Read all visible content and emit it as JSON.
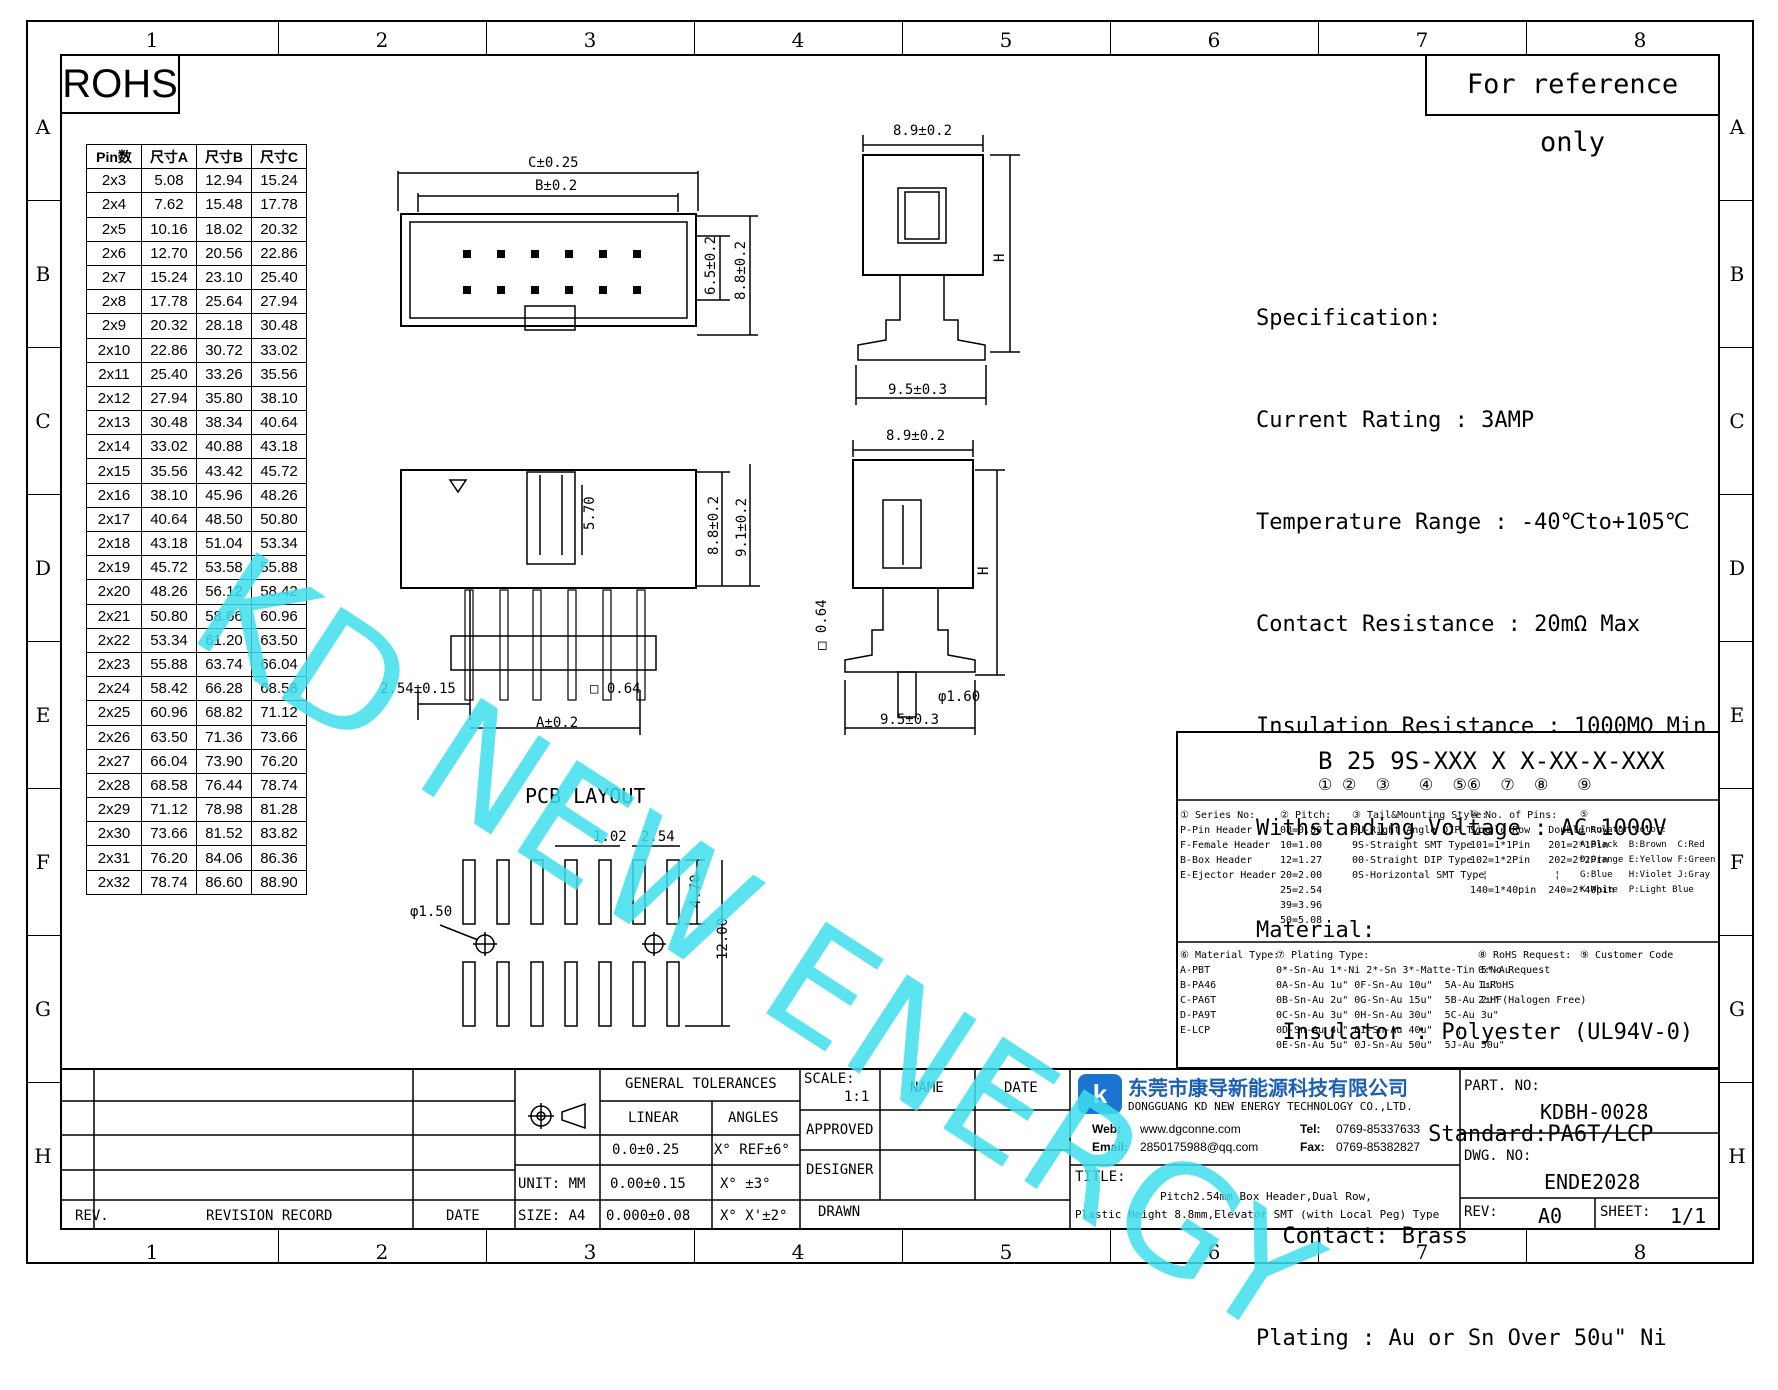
{
  "zone_numbers": [
    "1",
    "2",
    "3",
    "4",
    "5",
    "6",
    "7",
    "8"
  ],
  "zone_letters": [
    "A",
    "B",
    "C",
    "D",
    "E",
    "F",
    "G",
    "H"
  ],
  "header": {
    "rohs": "ROHS",
    "reference": "For reference only"
  },
  "dim_table": {
    "headers": [
      "Pin数",
      "尺寸A",
      "尺寸B",
      "尺寸C"
    ],
    "rows": [
      [
        "2x3",
        "5.08",
        "12.94",
        "15.24"
      ],
      [
        "2x4",
        "7.62",
        "15.48",
        "17.78"
      ],
      [
        "2x5",
        "10.16",
        "18.02",
        "20.32"
      ],
      [
        "2x6",
        "12.70",
        "20.56",
        "22.86"
      ],
      [
        "2x7",
        "15.24",
        "23.10",
        "25.40"
      ],
      [
        "2x8",
        "17.78",
        "25.64",
        "27.94"
      ],
      [
        "2x9",
        "20.32",
        "28.18",
        "30.48"
      ],
      [
        "2x10",
        "22.86",
        "30.72",
        "33.02"
      ],
      [
        "2x11",
        "25.40",
        "33.26",
        "35.56"
      ],
      [
        "2x12",
        "27.94",
        "35.80",
        "38.10"
      ],
      [
        "2x13",
        "30.48",
        "38.34",
        "40.64"
      ],
      [
        "2x14",
        "33.02",
        "40.88",
        "43.18"
      ],
      [
        "2x15",
        "35.56",
        "43.42",
        "45.72"
      ],
      [
        "2x16",
        "38.10",
        "45.96",
        "48.26"
      ],
      [
        "2x17",
        "40.64",
        "48.50",
        "50.80"
      ],
      [
        "2x18",
        "43.18",
        "51.04",
        "53.34"
      ],
      [
        "2x19",
        "45.72",
        "53.58",
        "55.88"
      ],
      [
        "2x20",
        "48.26",
        "56.12",
        "58.42"
      ],
      [
        "2x21",
        "50.80",
        "58.66",
        "60.96"
      ],
      [
        "2x22",
        "53.34",
        "61.20",
        "63.50"
      ],
      [
        "2x23",
        "55.88",
        "63.74",
        "66.04"
      ],
      [
        "2x24",
        "58.42",
        "66.28",
        "68.58"
      ],
      [
        "2x25",
        "60.96",
        "68.82",
        "71.12"
      ],
      [
        "2x26",
        "63.50",
        "71.36",
        "73.66"
      ],
      [
        "2x27",
        "66.04",
        "73.90",
        "76.20"
      ],
      [
        "2x28",
        "68.58",
        "76.44",
        "78.74"
      ],
      [
        "2x29",
        "71.12",
        "78.98",
        "81.28"
      ],
      [
        "2x30",
        "73.66",
        "81.52",
        "83.82"
      ],
      [
        "2x31",
        "76.20",
        "84.06",
        "86.36"
      ],
      [
        "2x32",
        "78.74",
        "86.60",
        "88.90"
      ]
    ]
  },
  "dims": {
    "c": "C±0.25",
    "b": "B±0.2",
    "d65": "6.5±0.2",
    "d88": "8.8±0.2",
    "side_w": "8.9±0.2",
    "side_b": "9.5±0.3",
    "h_top": "H",
    "d570": "5.70",
    "d88b": "8.8±0.2",
    "d91": "9.1±0.2",
    "pitch": "2.54±0.15",
    "sq": "□ 0.64",
    "a": "A±0.2",
    "side2_w": "8.9±0.2",
    "sq2": "□ 0.64",
    "phi": "φ1.60",
    "side2_b": "9.5±0.3",
    "h2": "H"
  },
  "pcb": {
    "title": "PCB LAYOUT",
    "d102": "1.02",
    "d254": "2.54",
    "d470": "4.70",
    "d1200": "12.00",
    "phi": "φ1.50"
  },
  "spec_lines": [
    "Specification:",
    "Current Rating : 3AMP",
    "Temperature Range : -40℃to+105℃",
    "Contact Resistance : 20mΩ Max",
    "Insulation Resistance : 1000MΩ Min",
    "Withstanding Voltage : AC 1000V",
    "Material:",
    "  Insulator : Polyester (UL94V-0)",
    "             Standard:PA6T/LCP",
    "  Contact: Brass",
    "Plating : Au or Sn Over 50u\" Ni"
  ],
  "watermark": "KD NEW ENERGY",
  "part_code": {
    "code": "B 25 9S-XXX X X-XX-X-XXX",
    "markers": "① ②  ③   ④  ⑤⑥  ⑦  ⑧   ⑨",
    "sec1": "① Series No:\nP-Pin Header\nF-Female Header\nB-Box Header\nE-Ejector Header",
    "sec2": "② Pitch:\n08=0.80\n10=1.00\n12=1.27\n20=2.00\n25=2.54\n39=3.96\n50=5.08",
    "sec3": "③ Tail&Mounting Style:\n9U-Right Angle DIP Type\n9S-Straight SMT Type\n00-Straight DIP Type\n0S-Horizontal SMT Type",
    "sec4": "④ No. of Pins:\nSingle Row   Double Row\n101=1*1Pin   201=2*1Pin\n102=1*2Pin   202=2*2Pin\n  ¦           ¦\n140=1*40pin  240=2*40pin",
    "sec5": "⑤\nInsulator Color:\nA:Black  B:Brown  C:Red\nD:Orange E:Yellow F:Green\nG:Blue   H:Violet J:Gray\nK:White  P:Light Blue",
    "sec6": "⑥ Material Type:\nA-PBT\nB-PA46\nC-PA6T\nD-PA9T\nE-LCP",
    "sec7": "⑦ Plating Type:\n0*-Sn-Au 1*-Ni 2*-Sn 3*-Matte-Tin 5*-Au\n0A-Sn-Au 1u\" 0F-Sn-Au 10u\"  5A-Au 1u\"\n0B-Sn-Au 2u\" 0G-Sn-Au 15u\"  5B-Au 2u\"\n0C-Sn-Au 3u\" 0H-Sn-Au 30u\"  5C-Au 3u\"\n0D-Sn-Au 4u\" 0I-Sn-Au 40u\"    ¦\n0E-Sn-Au 5u\" 0J-Sn-Au 50u\"  5J-Au 50u\"",
    "sec8": "⑧ RoHS Request:\n0:No Request\n1:RoHS\n2:HF(Halogen Free)",
    "sec9": "⑨ Customer Code"
  },
  "title_block": {
    "rev": "REV.",
    "revision_record": "REVISION RECORD",
    "date": "DATE",
    "general_tolerances": "GENERAL TOLERANCES",
    "linear": "LINEAR",
    "angles": "ANGLES",
    "lin1": "0.0±0.25",
    "lin2": "0.00±0.15",
    "lin3": "0.000±0.08",
    "ang1": "X° REF±6°",
    "ang2": "X° ±3°",
    "ang3": "X° X'±2°",
    "unit": "UNIT: MM",
    "size": "SIZE: A4",
    "scale_lbl": "SCALE:",
    "scale": "1:1",
    "name": "NAME",
    "date2": "DATE",
    "approved": "APPROVED",
    "designer": "DESIGNER",
    "drawn": "DRAWN",
    "company_cn": "东莞市康导新能源科技有限公司",
    "company_en": "DONGGUANG KD NEW ENERGY TECHNOLOGY CO.,LTD.",
    "web_lbl": "Web:",
    "web": "www.dgconne.com",
    "tel_lbl": "Tel:",
    "tel": "0769-85337633",
    "email_lbl": "Email:",
    "email": "2850175988@qq.com",
    "fax_lbl": "Fax:",
    "fax": "0769-85382827",
    "title_lbl": "TITLE:",
    "title1": "Pitch2.54mm Box Header,Dual Row,",
    "title2": "Plastic Height 8.8mm,Elevator SMT (with Local Peg) Type",
    "partno_lbl": "PART. NO:",
    "partno": "KDBH-0028",
    "dwgno_lbl": "DWG. NO:",
    "dwgno": "ENDE2028",
    "rev_lbl": "REV:",
    "rev_val": "A0",
    "sheet_lbl": "SHEET:",
    "sheet": "1/1"
  }
}
